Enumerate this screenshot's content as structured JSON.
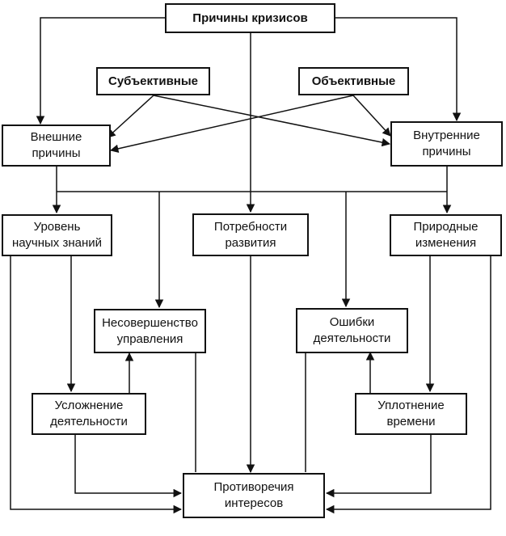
{
  "nodes": {
    "root": "Причины кризисов",
    "subjective": "Субъективные",
    "objective": "Объективные",
    "external": "Внешние\nпричины",
    "internal": "Внутренние\nпричины",
    "science": "Уровень\nнаучных знаний",
    "needs": "Потребности\nразвития",
    "nature": "Природные\nизменения",
    "management": "Несовершенство\nуправления",
    "errors": "Ошибки\nдеятельности",
    "complication": "Усложнение\nдеятельности",
    "compaction": "Уплотнение\nвремени",
    "conflict": "Противоречия\nинтересов"
  },
  "colors": {
    "line": "#111111",
    "background": "#ffffff"
  }
}
